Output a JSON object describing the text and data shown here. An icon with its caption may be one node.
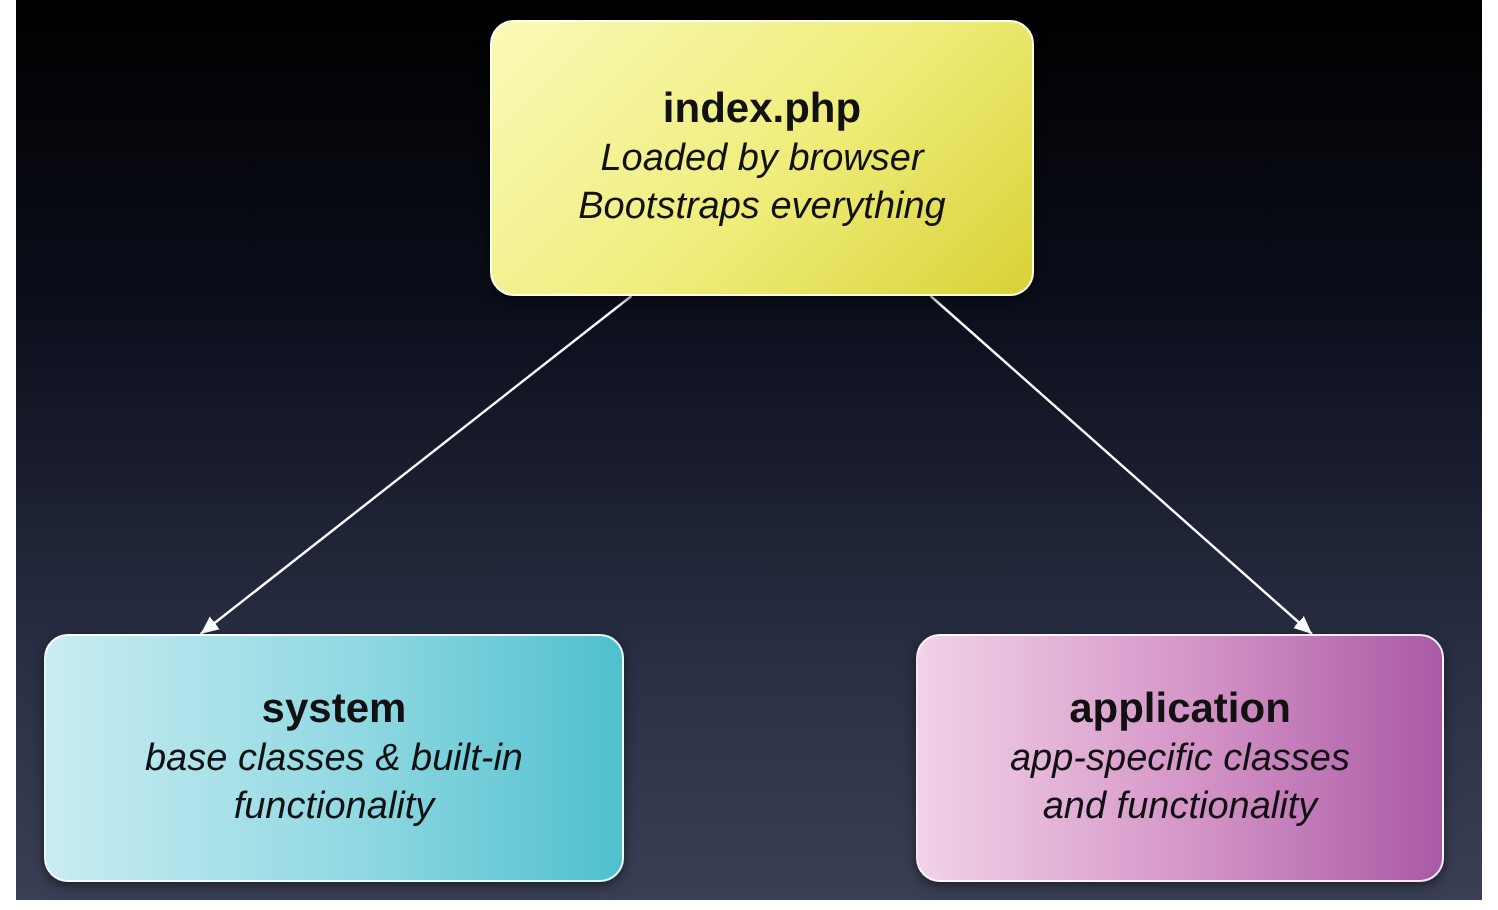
{
  "diagram": {
    "nodes": [
      {
        "text": [
          "index.php",
          "Loaded by browser",
          "Bootstraps everything"
        ]
      },
      {
        "text": [
          "system",
          "base classes & built-in functionality"
        ]
      },
      {
        "text": [
          "application",
          "app-specific classes and functionality"
        ]
      }
    ],
    "edges": [
      {
        "from": 0,
        "to": 1,
        "arrow": "to"
      },
      {
        "from": 0,
        "to": 2,
        "arrow": "to"
      }
    ]
  }
}
